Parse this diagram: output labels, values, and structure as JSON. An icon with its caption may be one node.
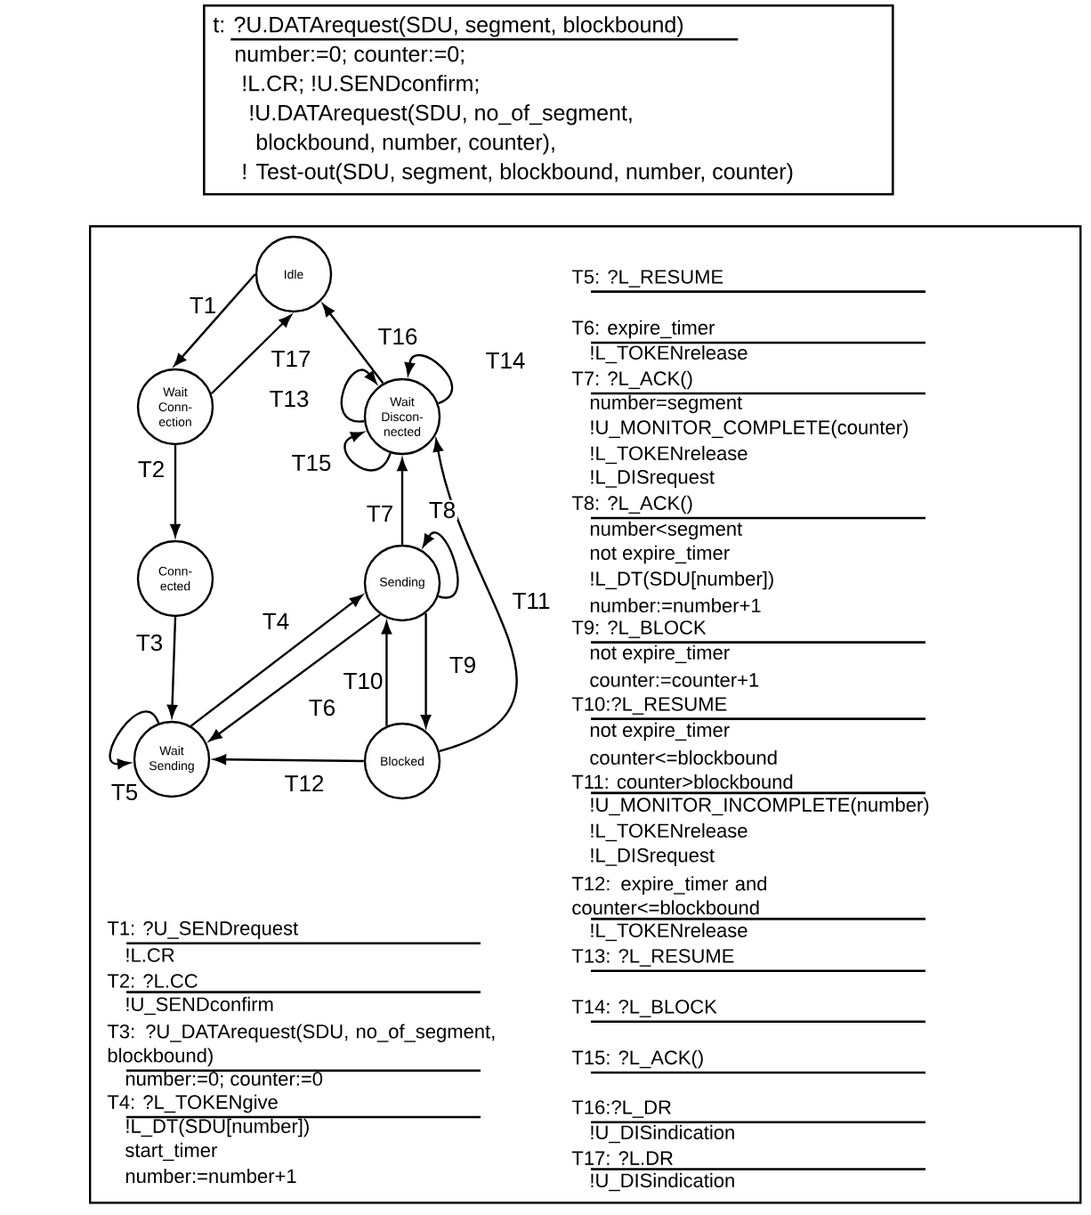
{
  "diagram": {
    "nodes": [
      {
        "text": [
          "t: ?U.DATArequest(SDU, segment, blockbound)",
          "number:=0; counter:=0;",
          "!L.CR; !U.SENDconfirm;",
          "!U.DATArequest(SDU, no_of_segment, blockbound, number, counter),",
          "! Test-out(SDU, segment, blockbound, number, counter)"
        ]
      },
      {
        "text": [],
        "shape": "box"
      },
      {
        "text": [
          "Idle"
        ],
        "in": 1
      },
      {
        "text": [
          "Wait Conn- ection"
        ],
        "in": 1
      },
      {
        "text": [
          "Wait Discon- nected"
        ],
        "in": 1
      },
      {
        "text": [
          "Conn- ected"
        ],
        "in": 1
      },
      {
        "text": [
          "Sending"
        ],
        "in": 1
      },
      {
        "text": [
          "Wait Sending"
        ],
        "in": 1
      },
      {
        "text": [
          "Blocked"
        ],
        "in": 1
      }
    ],
    "edges": [
      {
        "from": 2,
        "to": 3,
        "arrow": "to",
        "label": "T1"
      },
      {
        "from": 3,
        "to": 5,
        "arrow": "to",
        "label": "T2"
      },
      {
        "from": 5,
        "to": 7,
        "arrow": "to",
        "label": "T3"
      },
      {
        "from": 7,
        "to": 6,
        "arrow": "to",
        "label": "T4"
      },
      {
        "from": 7,
        "to": 7,
        "arrow": "to",
        "label": "T5"
      },
      {
        "from": 6,
        "to": 7,
        "arrow": "to",
        "label": "T6"
      },
      {
        "from": 6,
        "to": 4,
        "arrow": "to",
        "label": "T7"
      },
      {
        "from": 6,
        "to": 6,
        "arrow": "to",
        "label": "T8"
      },
      {
        "from": 6,
        "to": 8,
        "arrow": "to",
        "label": "T9"
      },
      {
        "from": 8,
        "to": 6,
        "arrow": "to",
        "label": "T10"
      },
      {
        "from": 8,
        "to": 4,
        "arrow": "to",
        "label": "T11"
      },
      {
        "from": 8,
        "to": 7,
        "arrow": "to",
        "label": "T12"
      },
      {
        "from": 4,
        "to": 4,
        "arrow": "to",
        "label": "T13"
      },
      {
        "from": 4,
        "to": 4,
        "arrow": "to",
        "label": "T14"
      },
      {
        "from": 4,
        "to": 4,
        "arrow": "to",
        "label": "T15"
      },
      {
        "from": 4,
        "to": 2,
        "arrow": "to",
        "label": "T16"
      },
      {
        "from": 3,
        "to": 2,
        "arrow": "to",
        "label": "T17"
      }
    ],
    "labels": [
      "T1: ?U_SENDrequest",
      "!L.CR",
      "T2: ?L.CC",
      "!U_SENDconfirm",
      "T3: ?U_DATArequest(SDU, no_of_segment, blockbound)",
      "number:=0; counter:=0",
      "T4: ?L_TOKENgive",
      "!L_DT(SDU[number])",
      "start_timer",
      "number:=number+1",
      "T5: ?L_RESUME",
      "T6: expire_timer",
      "!L_TOKENrelease",
      "T7: ?L_ACK()",
      "number=segment",
      "!U_MONITOR_COMPLETE(counter)",
      "!L_TOKENrelease",
      "!L_DISrequest",
      "T8: ?L_ACK()",
      "number<segment",
      "not expire_timer",
      "!L_DT(SDU[number])",
      "number:=number+1",
      "T9: ?L_BLOCK",
      "not expire_timer",
      "counter:=counter+1",
      "T10:?L_RESUME",
      "not expire_timer",
      "counter<=blockbound",
      "T11: counter>blockbound",
      "!U_MONITOR_INCOMPLETE(number)",
      "!L_TOKENrelease",
      "!L_DISrequest",
      "T12: expire_timer and counter<=blockbound",
      "!L_TOKENrelease",
      "T13: ?L_RESUME",
      "T14: ?L_BLOCK",
      "T15: ?L_ACK()",
      "T16:?L_DR",
      "!U_DISindication",
      "T17: ?L.DR",
      "!U_DISindication"
    ]
  }
}
